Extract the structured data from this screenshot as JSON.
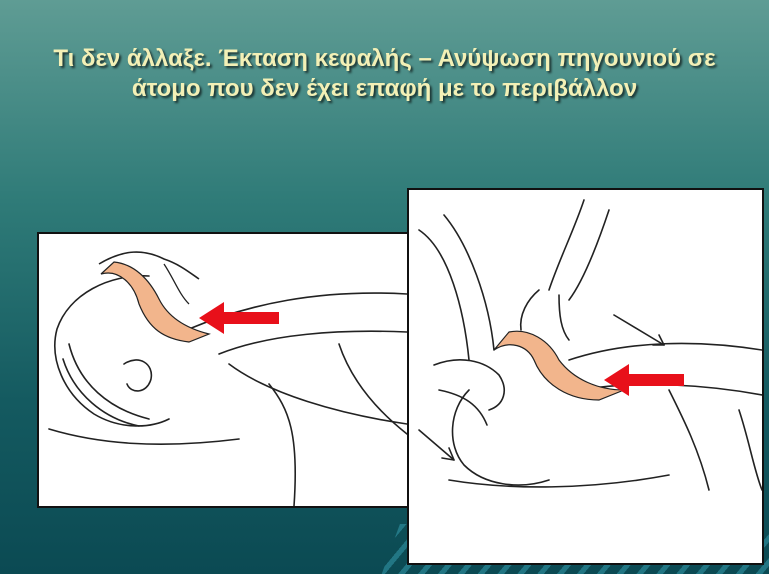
{
  "slide": {
    "title": "Τι δεν άλλαξε. Έκταση κεφαλής – Ανύψωση πηγουνιού σε άτομο που δεν έχει επαφή με το περιβάλλον"
  },
  "colors": {
    "title_text": "#f3f0b6",
    "background_top": "#5f9c94",
    "background_bottom": "#0b4a53",
    "arrow_red": "#e8101a",
    "airway_orange": "#f2b58c",
    "skin_line": "#222222"
  },
  "illustrations": [
    {
      "name": "head-tilt-side-view",
      "arrow": "red-arrow-left"
    },
    {
      "name": "head-tilt-chin-lift-with-hands",
      "arrow": "red-arrow-left"
    }
  ]
}
